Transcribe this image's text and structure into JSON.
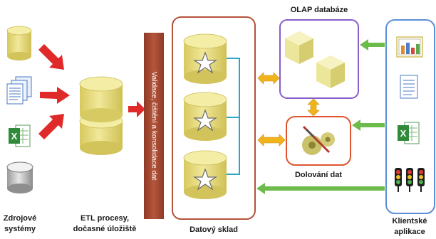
{
  "labels": {
    "sources": [
      "Zdrojové",
      "systémy"
    ],
    "etl": [
      "ETL procesy,",
      "dočasné úložiště"
    ],
    "validation": "Validace, čištění a konsolidace dat",
    "warehouse": "Datový sklad",
    "olap": "OLAP databáze",
    "mining": "Dolování dat",
    "clients": [
      "Klientské",
      "aplikace"
    ]
  },
  "colors": {
    "red_arrow": "#e02a2a",
    "orange_arrow": "#f0b31c",
    "green_arrow": "#6dbb4a",
    "warehouse_border": "#b5523a",
    "olap_border": "#8a5cc8",
    "mining_border": "#e0552f",
    "clients_border": "#5b8ed8",
    "validation_bar": "#a34a34",
    "cylinder": "#e9dd7b",
    "connector": "#2aa8c4"
  },
  "icons": {
    "sources": [
      "database-icon",
      "documents-icon",
      "spreadsheet-icon",
      "disk-icon"
    ],
    "clients": [
      "chart-report-icon",
      "document-icon",
      "spreadsheet-icon",
      "traffic-lights-icon"
    ]
  }
}
